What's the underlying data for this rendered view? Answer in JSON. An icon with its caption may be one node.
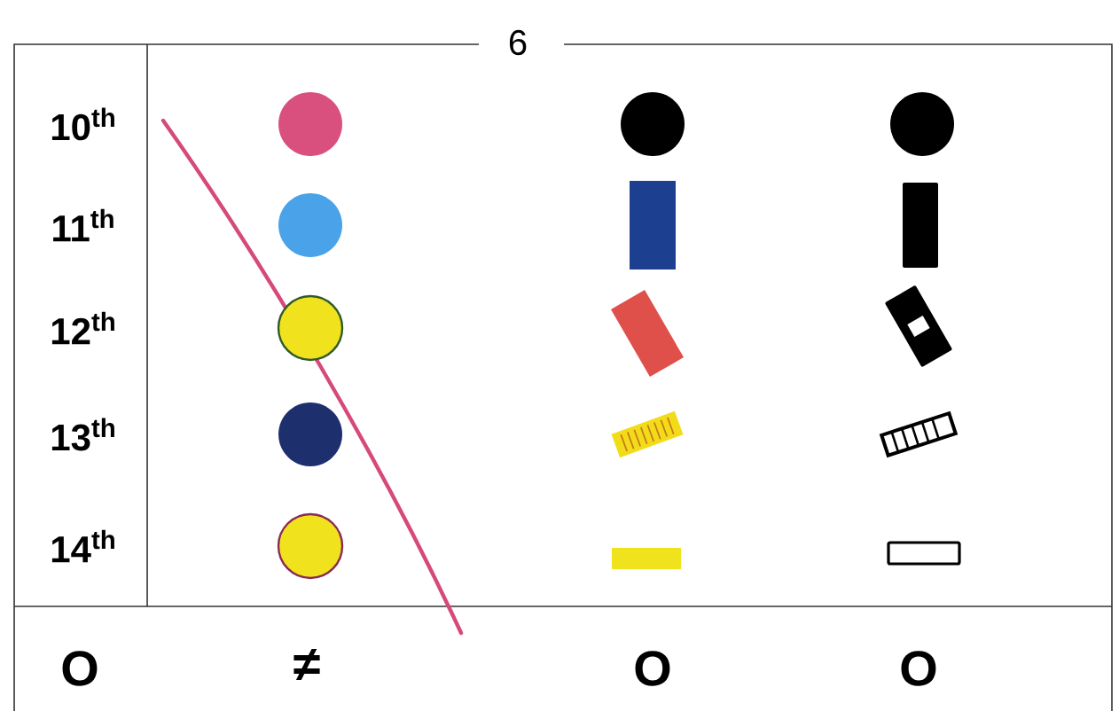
{
  "diagram": {
    "title": "6",
    "labels": [
      "10$^{th}$",
      "11$^{th}$",
      "12$^{th}$",
      "13$^{th}$",
      "14$^{th}$",
      "O",
      "≠",
      "O",
      "O"
    ]
  }
}
